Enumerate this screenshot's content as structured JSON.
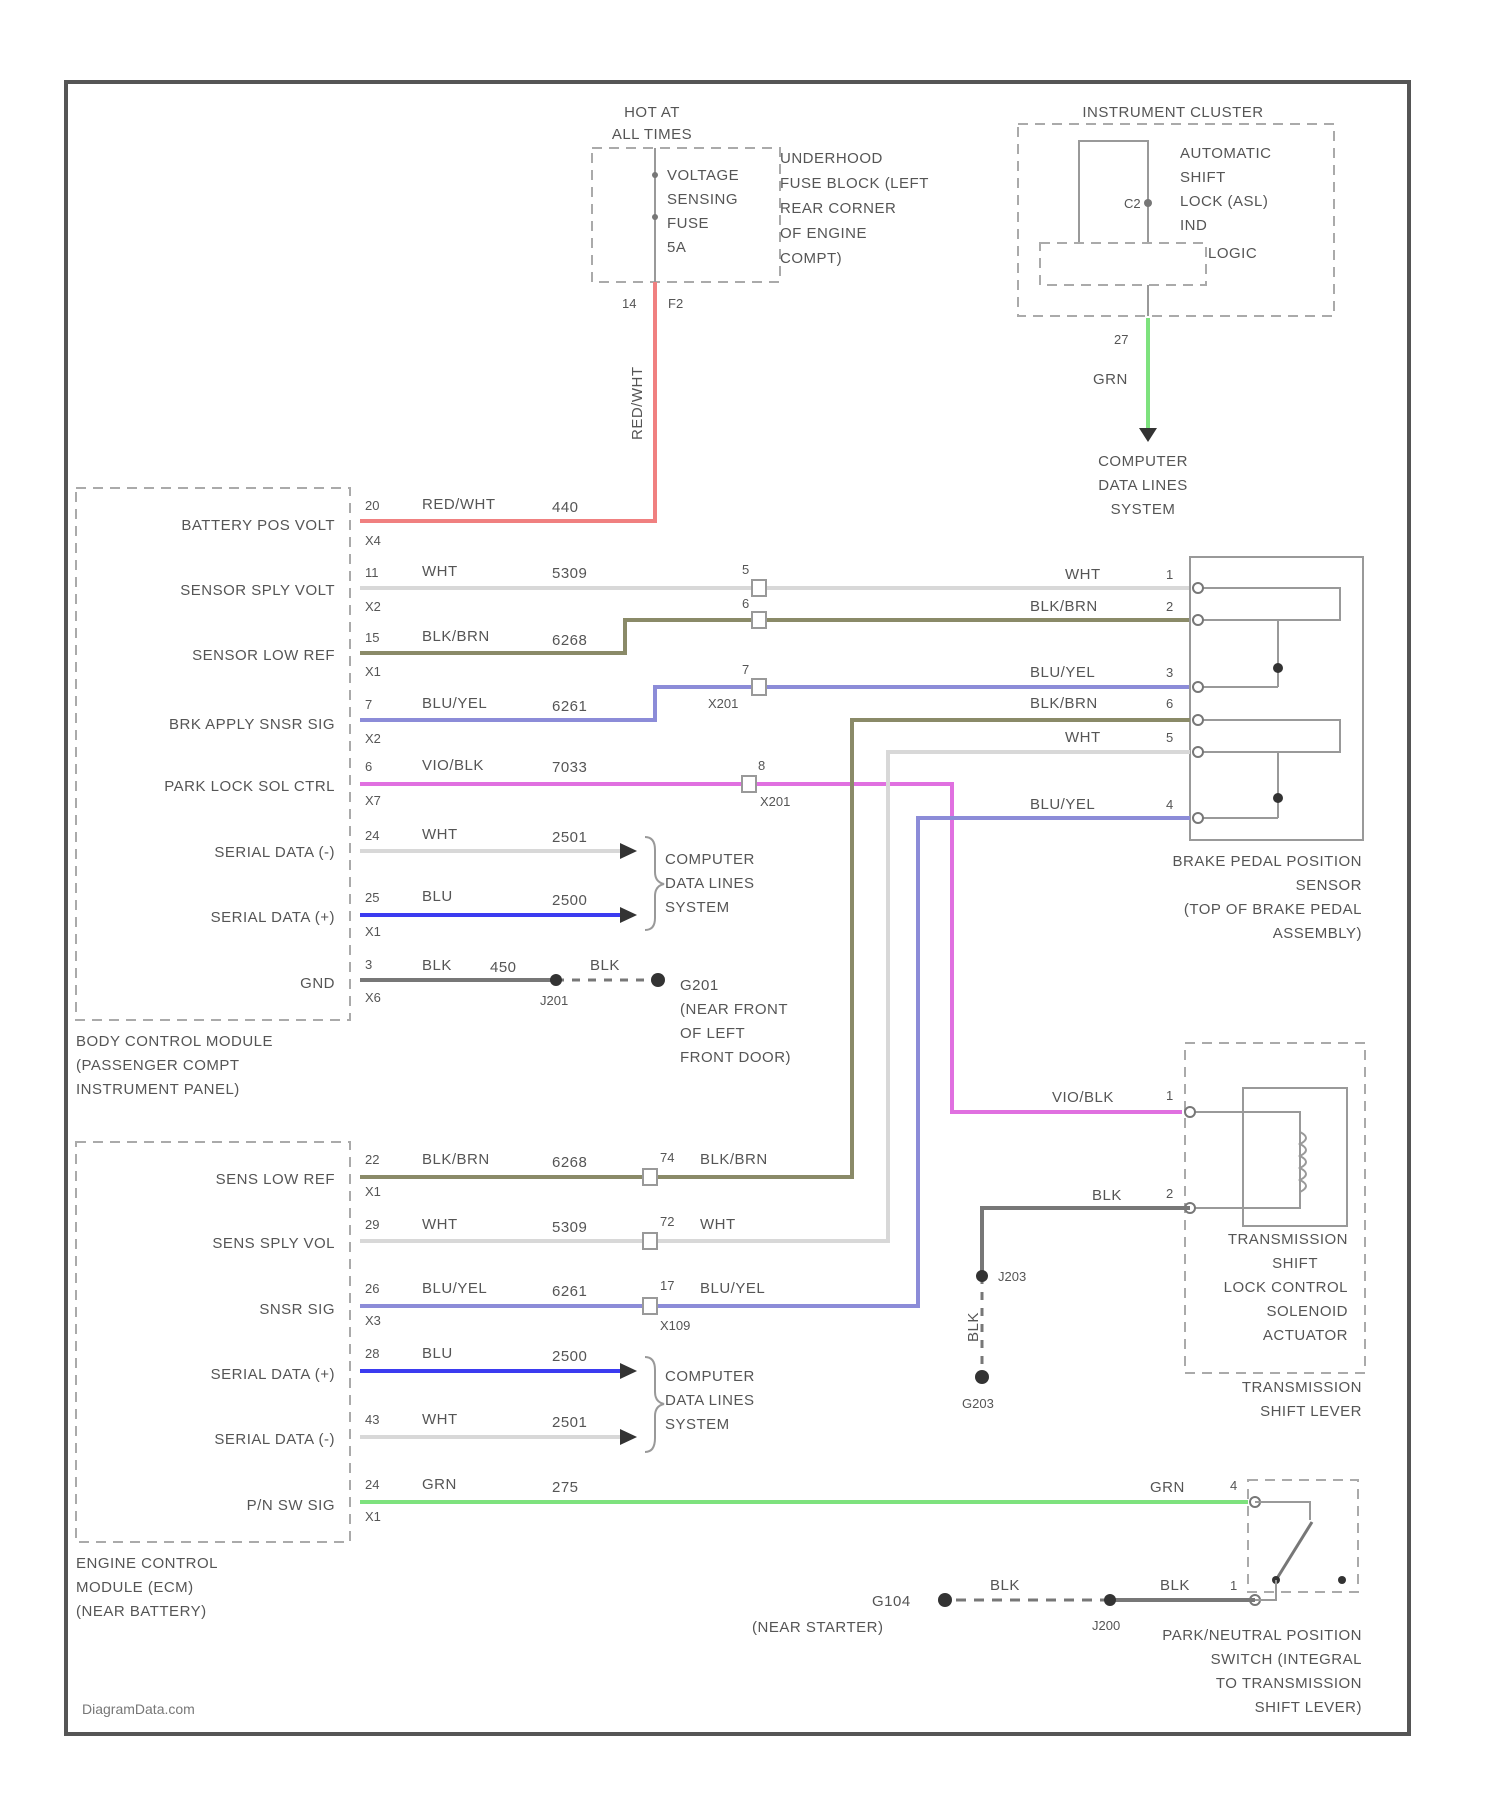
{
  "colors": {
    "red_wht": "#f08080",
    "wht": "#d8d8d8",
    "blk_brn": "#8a8a68",
    "blu_yel": "#8c8cd8",
    "vio_blk": "#e070e0",
    "blu": "#3b3bf0",
    "blk": "#777777",
    "grn": "#7ee27e",
    "frame": "#555555"
  },
  "fuse": {
    "hot_line1": "HOT AT",
    "hot_line2": "ALL TIMES",
    "fuse_lines": [
      "VOLTAGE",
      "SENSING",
      "FUSE",
      "5A"
    ],
    "location_lines": [
      "UNDERHOOD",
      "FUSE BLOCK (LEFT",
      "REAR CORNER",
      "OF ENGINE",
      "COMPT)"
    ],
    "pin_a": "14",
    "pin_b": "F2",
    "vert_wire": "RED/WHT"
  },
  "cluster": {
    "title": "INSTRUMENT CLUSTER",
    "led_lines": [
      "AUTOMATIC",
      "SHIFT",
      "LOCK (ASL)",
      "IND"
    ],
    "led_pin": "C2",
    "logic": "LOGIC",
    "pin_out": "27",
    "wire": "GRN",
    "target_lines": [
      "COMPUTER",
      "DATA LINES",
      "SYSTEM"
    ]
  },
  "bcm": {
    "name_lines": [
      "BODY CONTROL MODULE",
      "(PASSENGER COMPT",
      "INSTRUMENT PANEL)"
    ],
    "rows": [
      {
        "label": "BATTERY POS VOLT",
        "pin": "20",
        "conn": "X4",
        "wire": "RED/WHT",
        "circuit": "440"
      },
      {
        "label": "SENSOR SPLY VOLT",
        "pin": "11",
        "conn": "X2",
        "wire": "WHT",
        "circuit": "5309"
      },
      {
        "label": "SENSOR LOW REF",
        "pin": "15",
        "conn": "X1",
        "wire": "BLK/BRN",
        "circuit": "6268"
      },
      {
        "label": "BRK APPLY SNSR SIG",
        "pin": "7",
        "conn": "X2",
        "wire": "BLU/YEL",
        "circuit": "6261"
      },
      {
        "label": "PARK LOCK SOL CTRL",
        "pin": "6",
        "conn": "X7",
        "wire": "VIO/BLK",
        "circuit": "7033"
      },
      {
        "label": "SERIAL DATA (-)",
        "pin": "24",
        "conn": "",
        "wire": "WHT",
        "circuit": "2501"
      },
      {
        "label": "SERIAL DATA (+)",
        "pin": "25",
        "conn": "X1",
        "wire": "BLU",
        "circuit": "2500"
      },
      {
        "label": "GND",
        "pin": "3",
        "conn": "X6",
        "wire": "BLK",
        "circuit": "450"
      }
    ],
    "data_target_lines": [
      "COMPUTER",
      "DATA LINES",
      "SYSTEM"
    ],
    "splice": "J201",
    "ground_wire": "BLK",
    "ground": "G201",
    "ground_lines": [
      "(NEAR FRONT",
      "OF LEFT",
      "FRONT DOOR)"
    ]
  },
  "inline": {
    "pins_upper": [
      "5",
      "6",
      "7",
      "8"
    ],
    "conn_upper_a": "X201",
    "conn_upper_b": "X201",
    "pins_lower": [
      "74",
      "72",
      "17"
    ],
    "conn_lower": "X109"
  },
  "ecm": {
    "name_lines": [
      "ENGINE CONTROL",
      "MODULE (ECM)",
      "(NEAR BATTERY)"
    ],
    "rows": [
      {
        "label": "SENS LOW REF",
        "pin": "22",
        "conn": "X1",
        "wire": "BLK/BRN",
        "circuit": "6268",
        "out_wire": "BLK/BRN"
      },
      {
        "label": "SENS SPLY VOL",
        "pin": "29",
        "conn": "",
        "wire": "WHT",
        "circuit": "5309",
        "out_wire": "WHT"
      },
      {
        "label": "SNSR SIG",
        "pin": "26",
        "conn": "X3",
        "wire": "BLU/YEL",
        "circuit": "6261",
        "out_wire": "BLU/YEL"
      },
      {
        "label": "SERIAL DATA (+)",
        "pin": "28",
        "conn": "",
        "wire": "BLU",
        "circuit": "2500"
      },
      {
        "label": "SERIAL DATA (-)",
        "pin": "43",
        "conn": "",
        "wire": "WHT",
        "circuit": "2501"
      },
      {
        "label": "P/N SW SIG",
        "pin": "24",
        "conn": "X1",
        "wire": "GRN",
        "circuit": "275"
      }
    ],
    "data_target_lines": [
      "COMPUTER",
      "DATA LINES",
      "SYSTEM"
    ]
  },
  "brake_sensor": {
    "name_lines": [
      "BRAKE PEDAL POSITION",
      "SENSOR",
      "(TOP OF BRAKE PEDAL",
      "ASSEMBLY)"
    ],
    "pins": [
      {
        "wire": "WHT",
        "pin": "1"
      },
      {
        "wire": "BLK/BRN",
        "pin": "2"
      },
      {
        "wire": "BLU/YEL",
        "pin": "3"
      },
      {
        "wire": "BLK/BRN",
        "pin": "6"
      },
      {
        "wire": "WHT",
        "pin": "5"
      },
      {
        "wire": "BLU/YEL",
        "pin": "4"
      }
    ]
  },
  "solenoid": {
    "name_lines": [
      "TRANSMISSION",
      "SHIFT",
      "LOCK CONTROL",
      "SOLENOID",
      "ACTUATOR"
    ],
    "lever_lines": [
      "TRANSMISSION",
      "SHIFT LEVER"
    ],
    "pin1_wire": "VIO/BLK",
    "pin1": "1",
    "pin2_wire": "BLK",
    "pin2": "2",
    "splice": "J203",
    "gnd_wire": "BLK",
    "ground": "G203"
  },
  "pn_switch": {
    "name_lines": [
      "PARK/NEUTRAL POSITION",
      "SWITCH (INTEGRAL",
      "TO TRANSMISSION",
      "SHIFT LEVER)"
    ],
    "pin_a_wire": "GRN",
    "pin_a": "4",
    "pin_b_wire": "BLK",
    "pin_b": "1",
    "splice": "J200",
    "mid_wire": "BLK",
    "ground": "G104",
    "ground_note": "(NEAR STARTER)"
  },
  "watermark": "DiagramData.com"
}
